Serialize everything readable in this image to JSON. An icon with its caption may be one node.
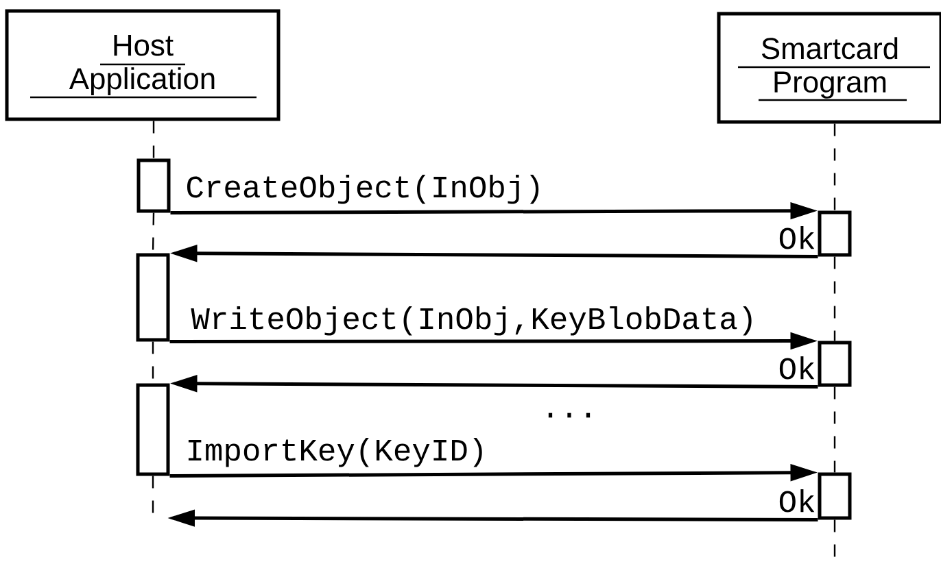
{
  "diagram": {
    "nodes": [
      {
        "text": [
          "Host Application"
        ]
      },
      {
        "text": [
          "Smartcard Program"
        ]
      },
      {
        "text": [],
        "shape": "box"
      },
      {
        "text": [],
        "shape": "box"
      },
      {
        "text": [],
        "shape": "box"
      },
      {
        "text": [],
        "shape": "box"
      },
      {
        "text": [],
        "shape": "box"
      },
      {
        "text": [],
        "shape": "box"
      }
    ],
    "edges": [
      {
        "from": 2,
        "to": 3,
        "arrow": "to",
        "label": "CreateObject(InObj)"
      },
      {
        "from": 3,
        "to": 4,
        "arrow": "to",
        "label": "Ok"
      },
      {
        "from": 4,
        "to": 5,
        "arrow": "to",
        "label": "WriteObject(InObj,KeyBlobData)"
      },
      {
        "from": 5,
        "to": 6,
        "arrow": "to",
        "label": "Ok"
      },
      {
        "from": 6,
        "to": 7,
        "arrow": "to",
        "label": "ImportKey(KeyID)"
      },
      {
        "from": 7,
        "to": null,
        "arrow": "to",
        "label": "Ok"
      },
      {
        "from": 0,
        "to": 2,
        "arrow": "none",
        "style": "dashed"
      },
      {
        "from": 2,
        "to": 4,
        "arrow": "none",
        "style": "dashed"
      },
      {
        "from": 4,
        "to": 6,
        "arrow": "none",
        "style": "dashed"
      },
      {
        "from": 6,
        "to": null,
        "arrow": "none",
        "style": "dashed"
      },
      {
        "from": 1,
        "to": 3,
        "arrow": "none",
        "style": "dashed"
      },
      {
        "from": 3,
        "to": 5,
        "arrow": "none",
        "style": "dashed"
      },
      {
        "from": 5,
        "to": 7,
        "arrow": "none",
        "style": "dashed"
      },
      {
        "from": 7,
        "to": null,
        "arrow": "none",
        "style": "dashed"
      }
    ],
    "labels": [
      "..."
    ]
  }
}
